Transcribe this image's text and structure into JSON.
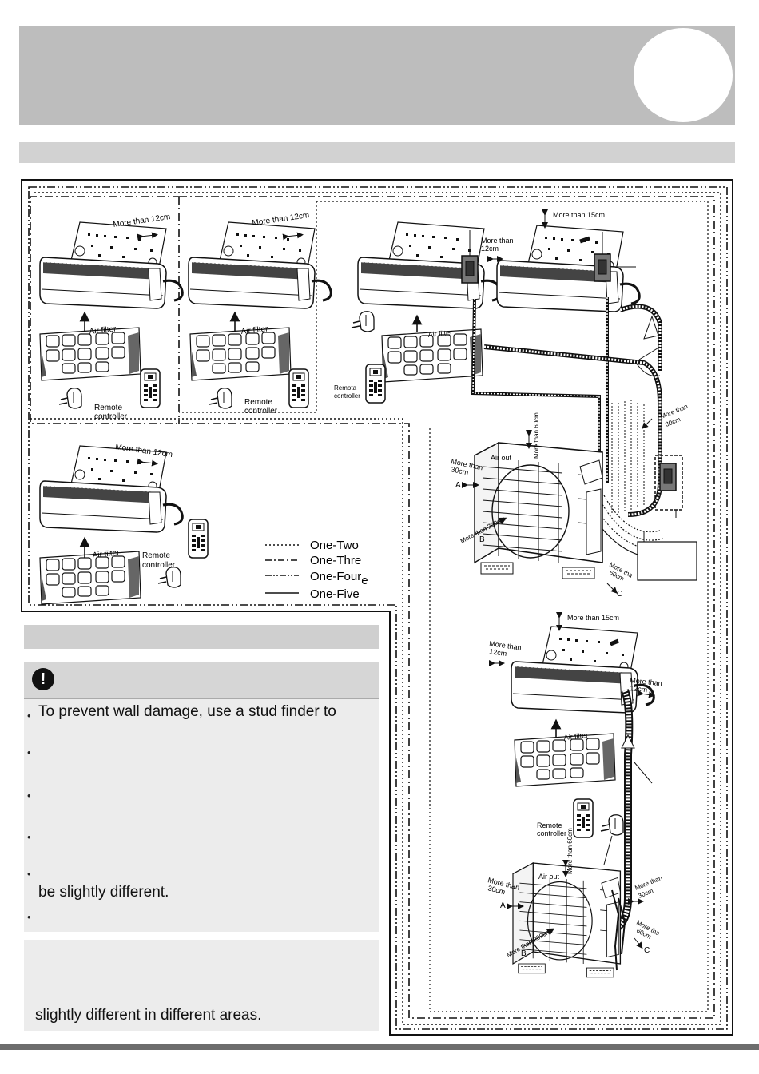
{
  "diagram": {
    "clearance_12cm": "More than 12cm",
    "clearance_12cm_a": "More than",
    "clearance_12cm_b": "12cm",
    "clearance_15cm": "More than 15cm",
    "clearance_60cm": "More than 60cm",
    "clearance_200cm": "More than 200cm",
    "clearance_30cm_a": "More than",
    "clearance_30cm_b": "30cm",
    "clearance_60cm_side_a": "More tha",
    "clearance_60cm_side_b": "60cm",
    "air_filter": "Air filter",
    "remote_a": "Remote",
    "remote_b": "controller",
    "remote_a2": "Remota",
    "air_out": "Air out",
    "label_a": "A",
    "label_b": "B",
    "label_c": "C"
  },
  "legend": [
    {
      "label": "One-Two",
      "style": "dotted"
    },
    {
      "label": "One-Thre",
      "style": "dashdot"
    },
    {
      "label": "One-Four",
      "suffix": "e",
      "style": "dashdotdot"
    },
    {
      "label": "One-Five",
      "style": "solid"
    }
  ],
  "caution": {
    "bullets": [
      "To prevent wall damage, use a stud finder to",
      "",
      "",
      "",
      "be slightly different.",
      ""
    ]
  },
  "note": {
    "text": "slightly different in different areas."
  }
}
